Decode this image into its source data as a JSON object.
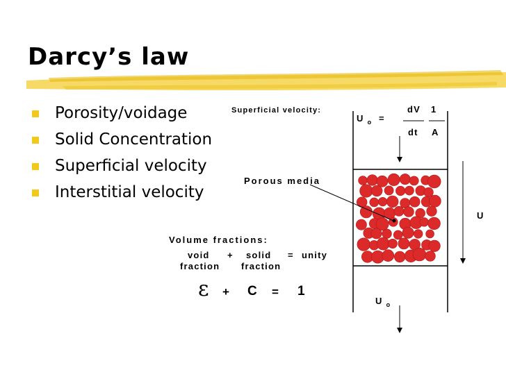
{
  "slide": {
    "title": "Darcy’s law",
    "bullets": [
      "Porosity/voidage",
      "Solid Concentration",
      "Superficial velocity",
      "Interstitial velocity"
    ]
  },
  "diagram": {
    "superficial_velocity_label": "Superficial velocity:",
    "u0_symbol": "U",
    "u0_subscript": "o",
    "equals": "=",
    "dv_numerator": "dV",
    "dt_denominator": "dt",
    "one_numerator": "1",
    "a_denominator": "A",
    "porous_media_label": "Porous media",
    "flow_label": "U",
    "outlet_symbol": "U",
    "outlet_subscript": "o",
    "particle_color": "#dc2a2a"
  },
  "fractions": {
    "heading": "Volume fractions:",
    "void": "void",
    "plus": "+",
    "solid": "solid",
    "equals": "=",
    "unity": "unity",
    "fraction_left": "fraction",
    "fraction_right": "fraction",
    "epsilon": "ε",
    "eq_plus": "+",
    "c": "C",
    "eq_equals": "=",
    "one": "1"
  }
}
